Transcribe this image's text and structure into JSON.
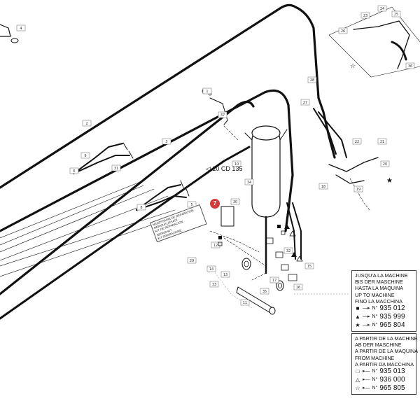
{
  "ref_label": "10 CD 135",
  "highlight_callout": "7",
  "highlight_color": "#d43a3a",
  "notice_lines": [
    "NECESSAIRE DE REPARATION",
    "REPARATURSATZ",
    "KIT DE REPARACION",
    "REPAIR KIT",
    "KIT RIPARAZIONE"
  ],
  "legend_until": {
    "lines": [
      "JUSQU'A LA MACHINE",
      "BIS DER MASCHINE",
      "HASTA LA MAQUINA",
      "UP TO MACHINE",
      "FINO LA MACCHINA"
    ],
    "serials": [
      {
        "symbol": "square-filled",
        "glyph": "■",
        "prefix": "N°",
        "value": "935 012"
      },
      {
        "symbol": "triangle-filled",
        "glyph": "▲",
        "prefix": "N°",
        "value": "935 999"
      },
      {
        "symbol": "star-filled",
        "glyph": "★",
        "prefix": "N°",
        "value": "965 804"
      }
    ]
  },
  "legend_from": {
    "lines": [
      "A PARTIR DE LA MACHINE",
      "AB DER MASCHINE",
      "A PARTIR DE LA MAQUINA",
      "FROM MACHINE",
      "A PARTIR DA MACCHINA"
    ],
    "serials": [
      {
        "symbol": "square-outline",
        "glyph": "□",
        "prefix": "N°",
        "value": "935 013"
      },
      {
        "symbol": "triangle-outline",
        "glyph": "△",
        "prefix": "N°",
        "value": "936 000"
      },
      {
        "symbol": "star-outline",
        "glyph": "☆",
        "prefix": "N°",
        "value": "965 805"
      }
    ]
  },
  "callouts": [
    "1",
    "2",
    "3",
    "4",
    "5",
    "6",
    "8",
    "9",
    "10",
    "11",
    "12",
    "13",
    "14",
    "15",
    "16",
    "17",
    "18",
    "19",
    "20",
    "21",
    "22",
    "23",
    "24",
    "25",
    "26",
    "27",
    "28",
    "29",
    "30",
    "31",
    "32",
    "33",
    "34",
    "35",
    "36",
    "37"
  ]
}
